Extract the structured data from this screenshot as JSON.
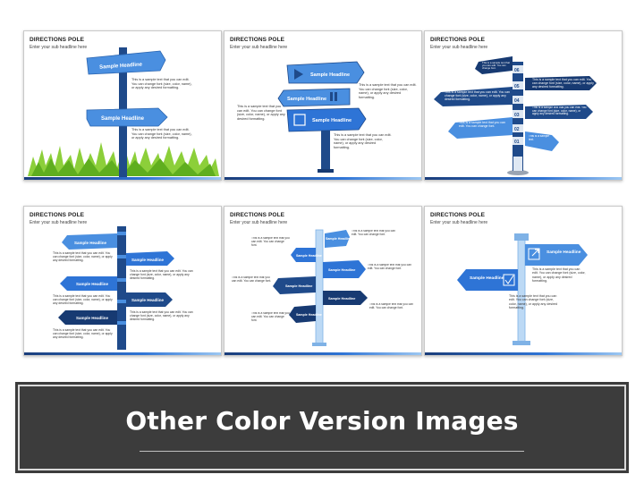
{
  "slides": [
    {
      "title": "DIRECTIONS POLE",
      "subtitle": "Enter your sub headline here",
      "signs": [
        "Sample Headline",
        "Sample Headline"
      ],
      "texts": [
        "This is a sample text that you can edit. You can change font (size, color, name), or apply any desired formatting.",
        "This is a sample text that you can edit. You can change font (size, color, name), or apply any desired formatting."
      ]
    },
    {
      "title": "DIRECTIONS POLE",
      "subtitle": "Enter your sub headline here",
      "signs": [
        "Sample Headline",
        "Sample Headline",
        "Sample Headline"
      ],
      "texts": [
        "This is a sample text that you can edit. You can change font (size, color, name), or apply any desired formatting.",
        "This is a sample text that you can edit. You can change font (size, color, name), or apply any desired formatting.",
        "This is a sample text that you can edit. You can change font (size, color, name), or apply any desired formatting."
      ]
    },
    {
      "title": "DIRECTIONS POLE",
      "subtitle": "Enter your sub headline here",
      "numbers": [
        "06",
        "05",
        "04",
        "03",
        "02",
        "01"
      ],
      "texts": [
        "This is a sample text that you can edit. You can change font (size, color, name), or apply any desired formatting.",
        "This is a sample text that you can edit. You can change font (size, color, name), or apply any desired formatting.",
        "This is a sample text that you can edit. You can change font (size, color, name), or apply any desired formatting.",
        "This is a sample text that you can edit. You can change font.",
        "This is a sample text that you can edit. You can change font.",
        "This is a sample text."
      ]
    },
    {
      "title": "DIRECTIONS POLE",
      "subtitle": "Enter your sub headline here",
      "signs": [
        "Sample Headline",
        "Sample Headline",
        "Sample Headline",
        "Sample Headline",
        "Sample Headline"
      ],
      "texts": [
        "This is a sample text that you can edit. You can change font (size, color, name), or apply any desired formatting.",
        "This is a sample text that you can edit. You can change font (size, color, name), or apply any desired formatting.",
        "This is a sample text that you can edit. You can change font (size, color, name), or apply any desired formatting.",
        "This is a sample text that you can edit. You can change font (size, color, name), or apply any desired formatting.",
        "This is a sample text that you can edit. You can change font (size, color, name), or apply any desired formatting."
      ]
    },
    {
      "title": "DIRECTIONS POLE",
      "subtitle": "Enter your sub headline here",
      "signs": [
        "Sample Headline",
        "Sample Headline",
        "Sample Headline",
        "Sample Headline",
        "Sample Headline",
        "Sample Headline"
      ],
      "texts": [
        "This is a sample text that you can edit. You can change font.",
        "This is a sample text that you can edit. You can change font.",
        "This is a sample text that you can edit. You can change font.",
        "This is a sample text that you can edit. You can change font.",
        "This is a sample text that you can edit. You can change font.",
        "This is a sample text that you can edit. You can change font."
      ]
    },
    {
      "title": "DIRECTIONS POLE",
      "subtitle": "Enter your sub headline here",
      "signs": [
        "Sample Headline",
        "Sample Headline"
      ],
      "texts": [
        "This is a sample text that you can edit. You can change font (size, color, name), or apply any desired formatting.",
        "This is a sample text that you can edit. You can change font (size, color, name), or apply any desired formatting."
      ]
    }
  ],
  "banner": {
    "title": "Other Color Version Images"
  },
  "colors": {
    "sign_light": "#4a8fe0",
    "sign_dark": "#1f4a8a",
    "navy": "#173a72",
    "grass": "#8ccf3a"
  }
}
